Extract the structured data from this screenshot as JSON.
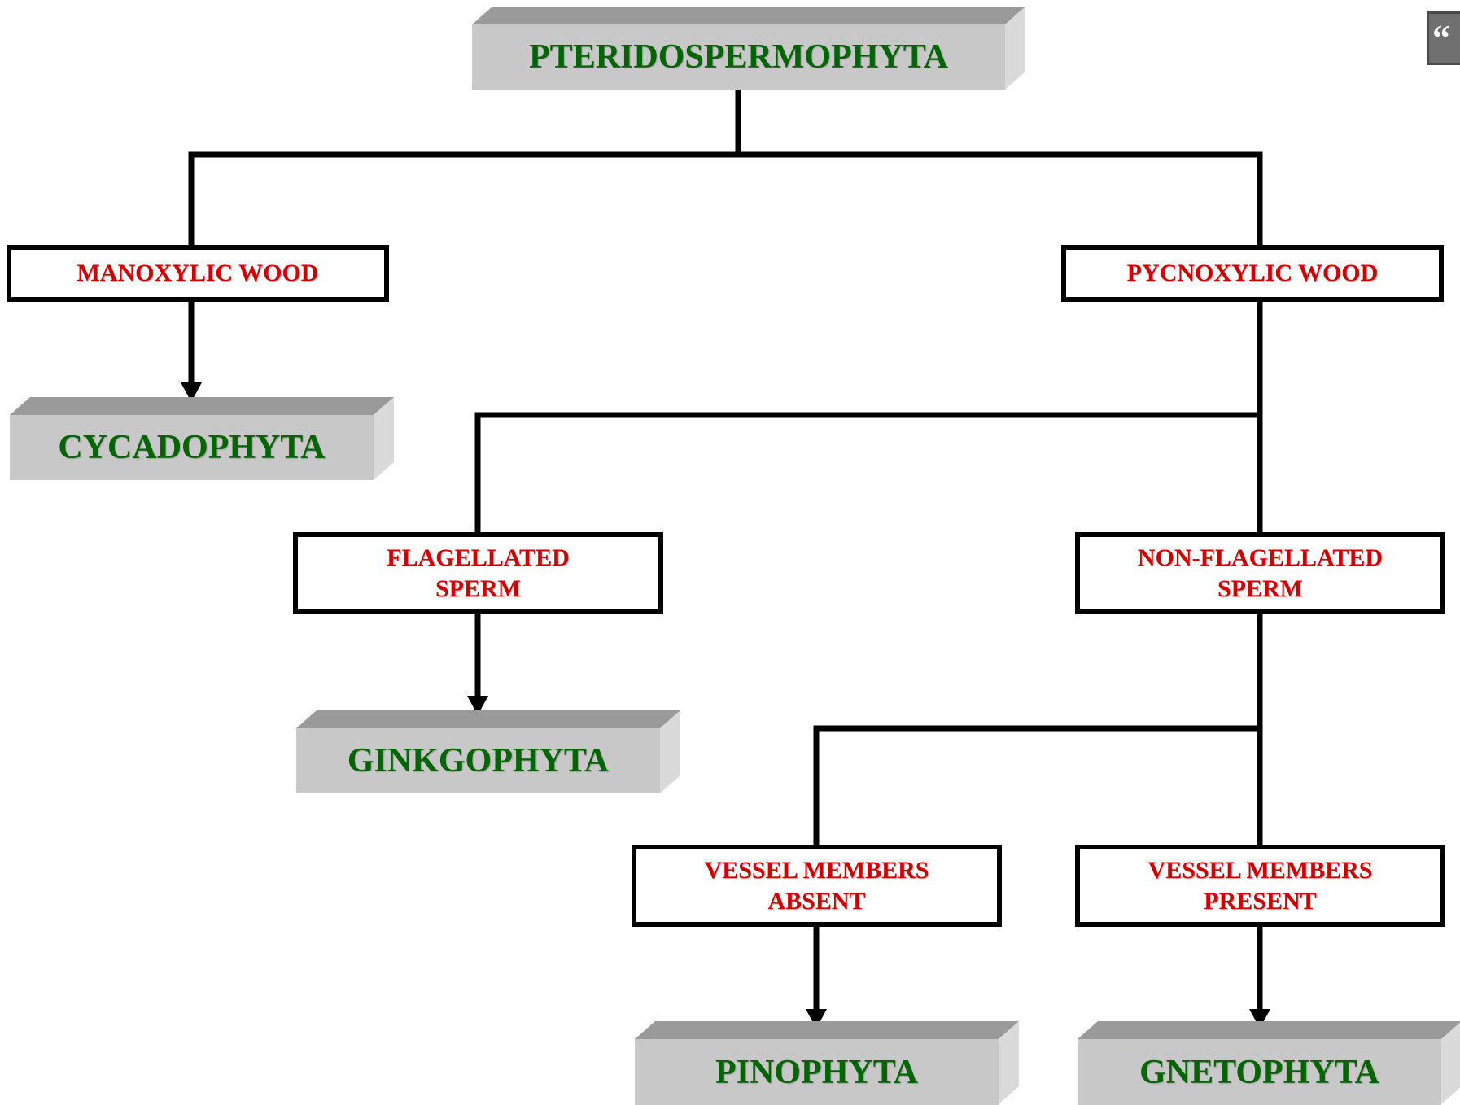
{
  "diagram": {
    "root": "PTERIDOSPERMOPHYTA",
    "characters": {
      "manoxylic": "MANOXYLIC WOOD",
      "pycnoxylic": "PYCNOXYLIC WOOD",
      "flagellated": "FLAGELLATED\nSPERM",
      "non_flagellated": "NON-FLAGELLATED\nSPERM",
      "vessel_absent": "VESSEL MEMBERS\nABSENT",
      "vessel_present": "VESSEL MEMBERS\nPRESENT"
    },
    "taxa": {
      "cycadophyta": "CYCADOPHYTA",
      "ginkgophyta": "GINKGOPHYTA",
      "pinophyta": "PINOPHYTA",
      "gnetophyta": "GNETOPHYTA"
    },
    "colors": {
      "taxon_text": "#006400",
      "character_text": "#cc0000",
      "block_front": "#c8c8c8",
      "block_top": "#9a9a9a",
      "block_side": "#dadada",
      "line": "#000000"
    }
  },
  "badge": {
    "glyph": "“"
  }
}
